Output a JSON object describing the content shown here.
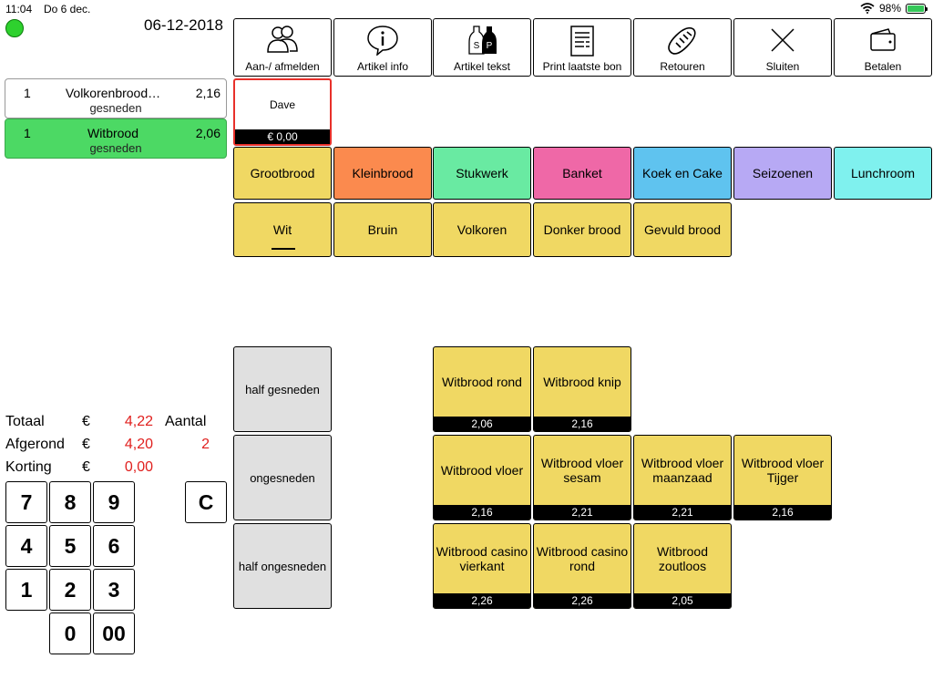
{
  "status": {
    "time": "11:04",
    "date": "Do 6 dec.",
    "battery": "98%",
    "battery_level": 0.98,
    "online_color": "#2ed12e"
  },
  "header": {
    "date": "06-12-2018"
  },
  "toolbar": [
    {
      "label": "Aan-/ afmelden",
      "icon": "users-icon"
    },
    {
      "label": "Artikel info",
      "icon": "info-bubble-icon"
    },
    {
      "label": "Artikel tekst",
      "icon": "salt-pepper-icon",
      "icon_letters": [
        "S",
        "P"
      ]
    },
    {
      "label": "Print laatste bon",
      "icon": "receipt-icon"
    },
    {
      "label": "Retouren",
      "icon": "bread-icon"
    },
    {
      "label": "Sluiten",
      "icon": "close-icon"
    },
    {
      "label": "Betalen",
      "icon": "wallet-icon"
    }
  ],
  "order": [
    {
      "qty": "1",
      "name": "Volkorenbrood…",
      "price": "2,16",
      "note": "gesneden",
      "selected": false
    },
    {
      "qty": "1",
      "name": "Witbrood",
      "price": "2,06",
      "note": "gesneden",
      "selected": true
    }
  ],
  "employee": {
    "name": "Dave",
    "balance": "€ 0,00"
  },
  "categories": [
    {
      "label": "Grootbrood",
      "color": "#f0d863"
    },
    {
      "label": "Kleinbrood",
      "color": "#fb8a4e"
    },
    {
      "label": "Stukwerk",
      "color": "#69eaa2"
    },
    {
      "label": "Banket",
      "color": "#ef68a7"
    },
    {
      "label": "Koek en Cake",
      "color": "#5fc3ef"
    },
    {
      "label": "Seizoenen",
      "color": "#b7a9f4"
    },
    {
      "label": "Lunchroom",
      "color": "#7ff1ee"
    }
  ],
  "subcategories": [
    {
      "label": "Wit",
      "active": true
    },
    {
      "label": "Bruin"
    },
    {
      "label": "Volkoren"
    },
    {
      "label": "Donker brood"
    },
    {
      "label": "Gevuld brood"
    }
  ],
  "options": [
    "half gesneden",
    "ongesneden",
    "half ongesneden"
  ],
  "products": [
    {
      "name": "Witbrood rond",
      "price": "2,06"
    },
    {
      "name": "Witbrood knip",
      "price": "2,16"
    },
    {
      "name": "Witbrood vloer",
      "price": "2,16"
    },
    {
      "name": "Witbrood vloer sesam",
      "price": "2,21"
    },
    {
      "name": "Witbrood vloer maanzaad",
      "price": "2,21"
    },
    {
      "name": "Witbrood vloer Tijger",
      "price": "2,16"
    },
    {
      "name": "Witbrood casino vierkant",
      "price": "2,26"
    },
    {
      "name": "Witbrood casino rond",
      "price": "2,26"
    },
    {
      "name": "Witbrood zoutloos",
      "price": "2,05"
    }
  ],
  "totals": {
    "totaal_label": "Totaal",
    "totaal": "4,22",
    "afgerond_label": "Afgerond",
    "afgerond": "4,20",
    "korting_label": "Korting",
    "korting": "0,00",
    "currency": "€",
    "aantal_label": "Aantal",
    "aantal": "2"
  },
  "keypad": [
    "7",
    "8",
    "9",
    "4",
    "5",
    "6",
    "1",
    "2",
    "3",
    "0",
    "00"
  ],
  "clear_label": "C"
}
